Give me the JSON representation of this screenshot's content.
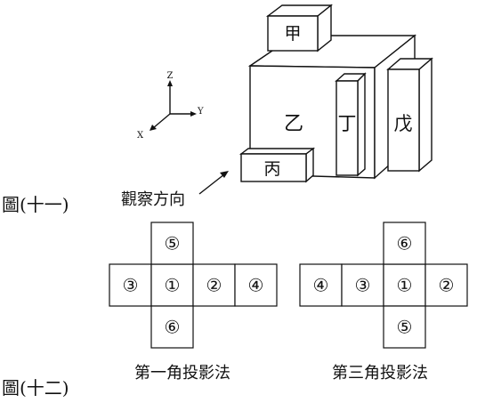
{
  "figure11": {
    "caption": "圖(十一)",
    "labels": {
      "jia": "甲",
      "yi": "乙",
      "bing": "丙",
      "ding": "丁",
      "wu": "戊"
    },
    "axes": {
      "x": "X",
      "y": "Y",
      "z": "Z"
    },
    "view_direction": "觀察方向"
  },
  "figure12": {
    "caption": "圖(十二)",
    "first_angle": {
      "caption": "第一角投影法",
      "top": "⑤",
      "middle": [
        "③",
        "①",
        "②",
        "④"
      ],
      "bottom": "⑥",
      "column_index": 1
    },
    "third_angle": {
      "caption": "第三角投影法",
      "top": "⑥",
      "middle": [
        "④",
        "③",
        "①",
        "②"
      ],
      "bottom": "⑤",
      "column_index": 2
    }
  }
}
